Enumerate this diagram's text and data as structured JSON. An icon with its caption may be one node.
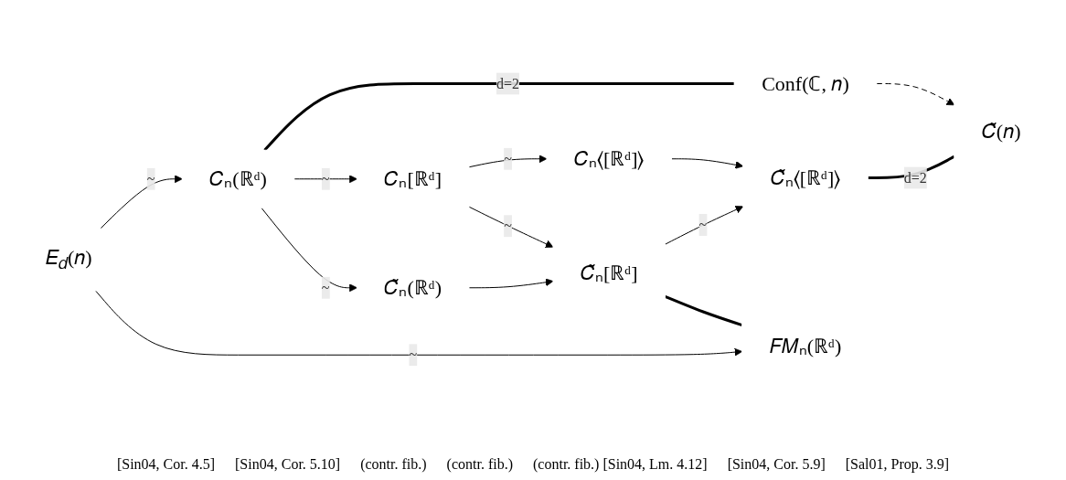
{
  "diagram": {
    "nodes": [
      {
        "text": [
          "Conf(ℂ, 𝑛)"
        ]
      },
      {
        "text": [
          "𝐶ₙ(ℝᵈ)"
        ]
      },
      {
        "text": [
          "𝐶ₙ[ℝᵈ]"
        ]
      },
      {
        "text": [
          "𝐶ₙ⟨[ℝᵈ]⟩"
        ]
      },
      {
        "text": [
          "𝐸$_{𝑑}$(𝑛)"
        ]
      },
      {
        "text": [
          "𝐶̃ₙ(ℝᵈ)"
        ]
      },
      {
        "text": [
          "𝐶̃ₙ[ℝᵈ]"
        ]
      },
      {
        "text": [
          "𝐶̃ₙ⟨[ℝᵈ]⟩"
        ]
      },
      {
        "text": [
          "𝐶̃(𝑛)"
        ]
      },
      {
        "text": [
          "𝐹𝑀ₙ(ℝᵈ)"
        ]
      }
    ],
    "edges": [
      {
        "from": 1,
        "to": 0,
        "arrow": "none",
        "style": "thick",
        "label": "d=2"
      },
      {
        "from": 0,
        "to": 8,
        "arrow": "to",
        "style": "dashed"
      },
      {
        "from": 4,
        "to": 1,
        "arrow": "to",
        "label": "~"
      },
      {
        "from": 1,
        "to": 2,
        "arrow": "to",
        "label": "~"
      },
      {
        "from": 2,
        "to": 3,
        "arrow": "to",
        "label": "~"
      },
      {
        "from": 1,
        "to": 5,
        "arrow": "to",
        "label": "~"
      },
      {
        "from": 2,
        "to": 6,
        "arrow": "to",
        "label": "~"
      },
      {
        "from": 3,
        "to": 7,
        "arrow": "to"
      },
      {
        "from": 5,
        "to": 6,
        "arrow": "to"
      },
      {
        "from": 6,
        "to": 7,
        "arrow": "to",
        "label": "~"
      },
      {
        "from": 7,
        "to": 8,
        "arrow": "none",
        "style": "thick",
        "label": "d=2"
      },
      {
        "from": 6,
        "to": 9,
        "arrow": "none",
        "style": "thick"
      },
      {
        "from": 4,
        "to": 9,
        "arrow": "to",
        "label": "~"
      }
    ],
    "labels": [
      "[Sin04, Cor. 4.5]",
      "[Sin04, Cor. 5.10]",
      "(contr. fib.)",
      "(contr. fib.)",
      "(contr. fib.) [Sin04, Lm. 4.12]",
      "[Sin04, Cor. 5.9]",
      "[Sal01, Prop. 3.9]"
    ]
  }
}
